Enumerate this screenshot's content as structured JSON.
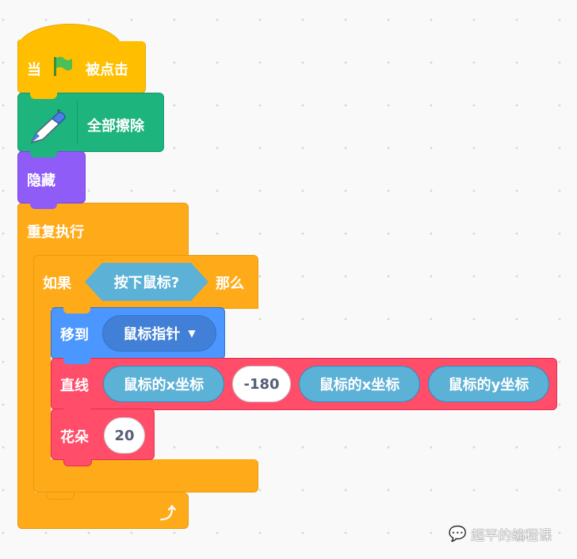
{
  "hat": {
    "label_before": "当",
    "icon": "green-flag-icon",
    "label_after": "被点击"
  },
  "pen_clear": {
    "icon": "pen-icon",
    "label": "全部擦除"
  },
  "hide": {
    "label": "隐藏"
  },
  "forever": {
    "label": "重复执行",
    "icon": "loop-arrow-icon"
  },
  "if_block": {
    "label_if": "如果",
    "condition": "按下鼠标?",
    "label_then": "那么"
  },
  "goto": {
    "label": "移到",
    "dropdown": "鼠标指针"
  },
  "line": {
    "label": "直线",
    "args": [
      "鼠标的x坐标",
      "-180",
      "鼠标的x坐标",
      "鼠标的y坐标"
    ]
  },
  "flower": {
    "label": "花朵",
    "value": "20"
  },
  "watermark": {
    "text": "超平的编程课",
    "icon": "wechat-icon"
  },
  "colors": {
    "events": "#FFBF00",
    "pen": "#1DB47E",
    "looks": "#8F5CF7",
    "control": "#FFAB19",
    "sensing": "#5CB1D6",
    "motion": "#4C97FF",
    "custom": "#FF4D6A"
  }
}
